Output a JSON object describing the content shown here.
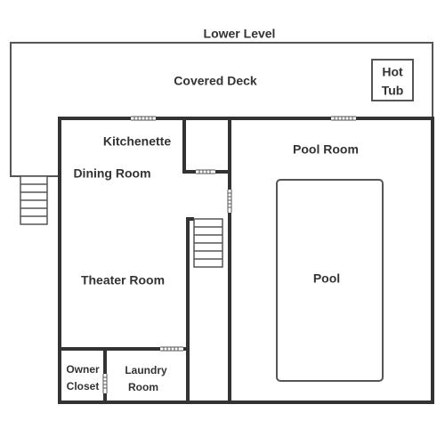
{
  "plan": {
    "title": "Lower Level",
    "rooms": {
      "covered_deck": "Covered Deck",
      "hot_tub_line1": "Hot",
      "hot_tub_line2": "Tub",
      "kitchenette": "Kitchenette",
      "dining_room": "Dining Room",
      "theater_room": "Theater Room",
      "owner_closet_line1": "Owner",
      "owner_closet_line2": "Closet",
      "laundry_room_line1": "Laundry",
      "laundry_room_line2": "Room",
      "pool_room": "Pool Room",
      "pool": "Pool"
    },
    "colors": {
      "wall": "#333333",
      "outline": "#555555",
      "background": "#ffffff"
    }
  }
}
